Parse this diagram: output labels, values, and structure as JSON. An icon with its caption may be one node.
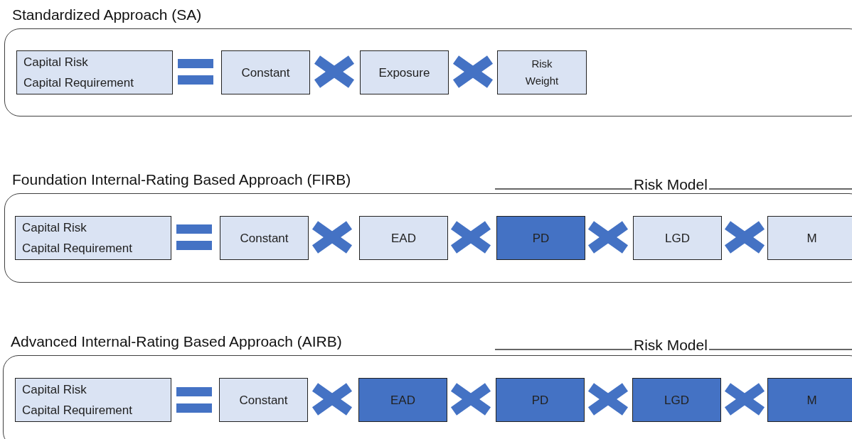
{
  "diagram": {
    "nodes": [
      {
        "text": [
          "Standardized Approach (SA)"
        ]
      },
      {
        "text": [
          "Capital Risk",
          "Capital Requirement"
        ],
        "in": 0
      },
      {
        "text": [
          "Constant"
        ],
        "in": 0
      },
      {
        "text": [
          "Exposure"
        ],
        "in": 0
      },
      {
        "text": [
          "Risk Weight"
        ],
        "in": 0
      },
      {
        "text": [
          "Foundation Internal-Rating Based Approach (FIRB)"
        ]
      },
      {
        "text": [
          "Capital Risk",
          "Capital Requirement"
        ],
        "in": 5
      },
      {
        "text": [
          "Constant"
        ],
        "in": 5
      },
      {
        "text": [
          "EAD"
        ],
        "in": 5
      },
      {
        "text": [
          "PD"
        ],
        "in": 5
      },
      {
        "text": [
          "LGD"
        ],
        "in": 5
      },
      {
        "text": [
          "M"
        ],
        "in": 5
      },
      {
        "text": [
          "Advanced Internal-Rating Based Approach (AIRB)"
        ]
      },
      {
        "text": [
          "Capital Risk",
          "Capital Requirement"
        ],
        "in": 12
      },
      {
        "text": [
          "Constant"
        ],
        "in": 12
      },
      {
        "text": [
          "EAD"
        ],
        "in": 12
      },
      {
        "text": [
          "PD"
        ],
        "in": 12
      },
      {
        "text": [
          "LGD"
        ],
        "in": 12
      },
      {
        "text": [
          "M"
        ],
        "in": 12
      }
    ],
    "labels": [
      "Risk Model",
      "Risk Model"
    ]
  }
}
